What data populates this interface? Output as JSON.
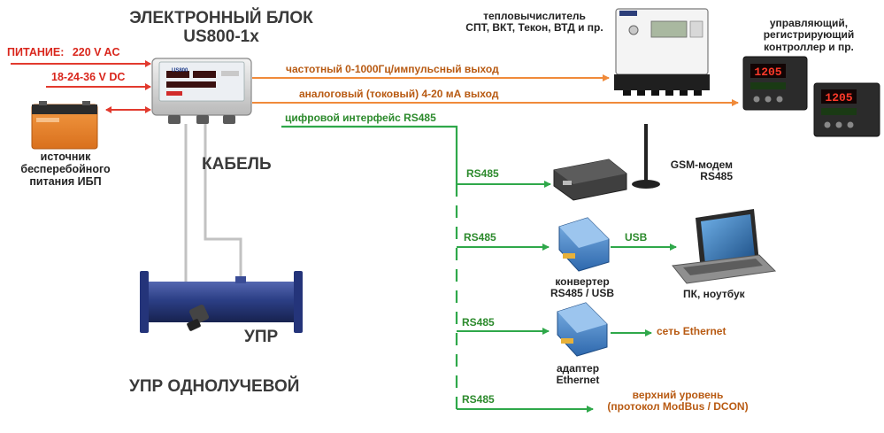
{
  "title": {
    "line1": "ЭЛЕКТРОННЫЙ БЛОК",
    "line2": "US800-1x"
  },
  "power": {
    "label": "ПИТАНИЕ:",
    "ac": "220 V AC",
    "dc": "18-24-36 V DC"
  },
  "ups": {
    "line1": "источник",
    "line2": "бесперебойного",
    "line3": "питания ИБП"
  },
  "cable_label": "КАБЕЛЬ",
  "upr_label": "УПР",
  "upr_caption": "УПР ОДНОЛУЧЕВОЙ",
  "outputs": {
    "frequency": "частотный 0-1000Гц/импульсный выход",
    "analog": "аналоговый (токовый) 4-20 мА выход",
    "digital": "цифровой интерфейс RS485"
  },
  "heat_calc": {
    "line1": "тепловычислитель",
    "line2": "СПТ, ВКТ, Текон, ВТД и пр."
  },
  "controller": {
    "line1": "управляющий,",
    "line2": "регистрирующий",
    "line3": "контроллер и пр."
  },
  "rs485": "RS485",
  "gsm": {
    "line1": "GSM-модем",
    "line2": "RS485"
  },
  "usb": "USB",
  "converter": {
    "line1": "конвертер",
    "line2": "RS485 / USB"
  },
  "pc": "ПК, ноутбук",
  "ethernet_net": "сеть Ethernet",
  "adapter": {
    "line1": "адаптер",
    "line2": "Ethernet"
  },
  "upper": {
    "line1": "верхний уровень",
    "line2": "(протокол ModBus / DCON)"
  },
  "device": {
    "brand": "US800"
  },
  "controller_display": "1205",
  "colors": {
    "power": "#e23a2e",
    "analog_output": "#f08a3a",
    "rs485": "#2fa84a",
    "cable": "#c2c2c2",
    "pipe": "#2c3f86"
  }
}
